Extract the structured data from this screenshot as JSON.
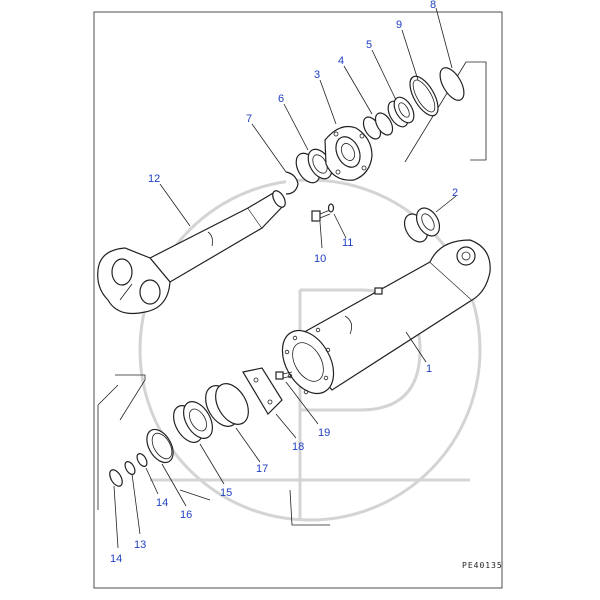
{
  "diagram_code": "PE40135",
  "callouts": [
    "1",
    "2",
    "3",
    "4",
    "5",
    "6",
    "7",
    "8",
    "9",
    "10",
    "11",
    "12",
    "13",
    "14",
    "14",
    "15",
    "16",
    "17",
    "18",
    "19"
  ],
  "colors": {
    "callout": "#1f3fbf",
    "line": "#222222",
    "watermark": "#d4d4d4",
    "background": "#ffffff"
  }
}
